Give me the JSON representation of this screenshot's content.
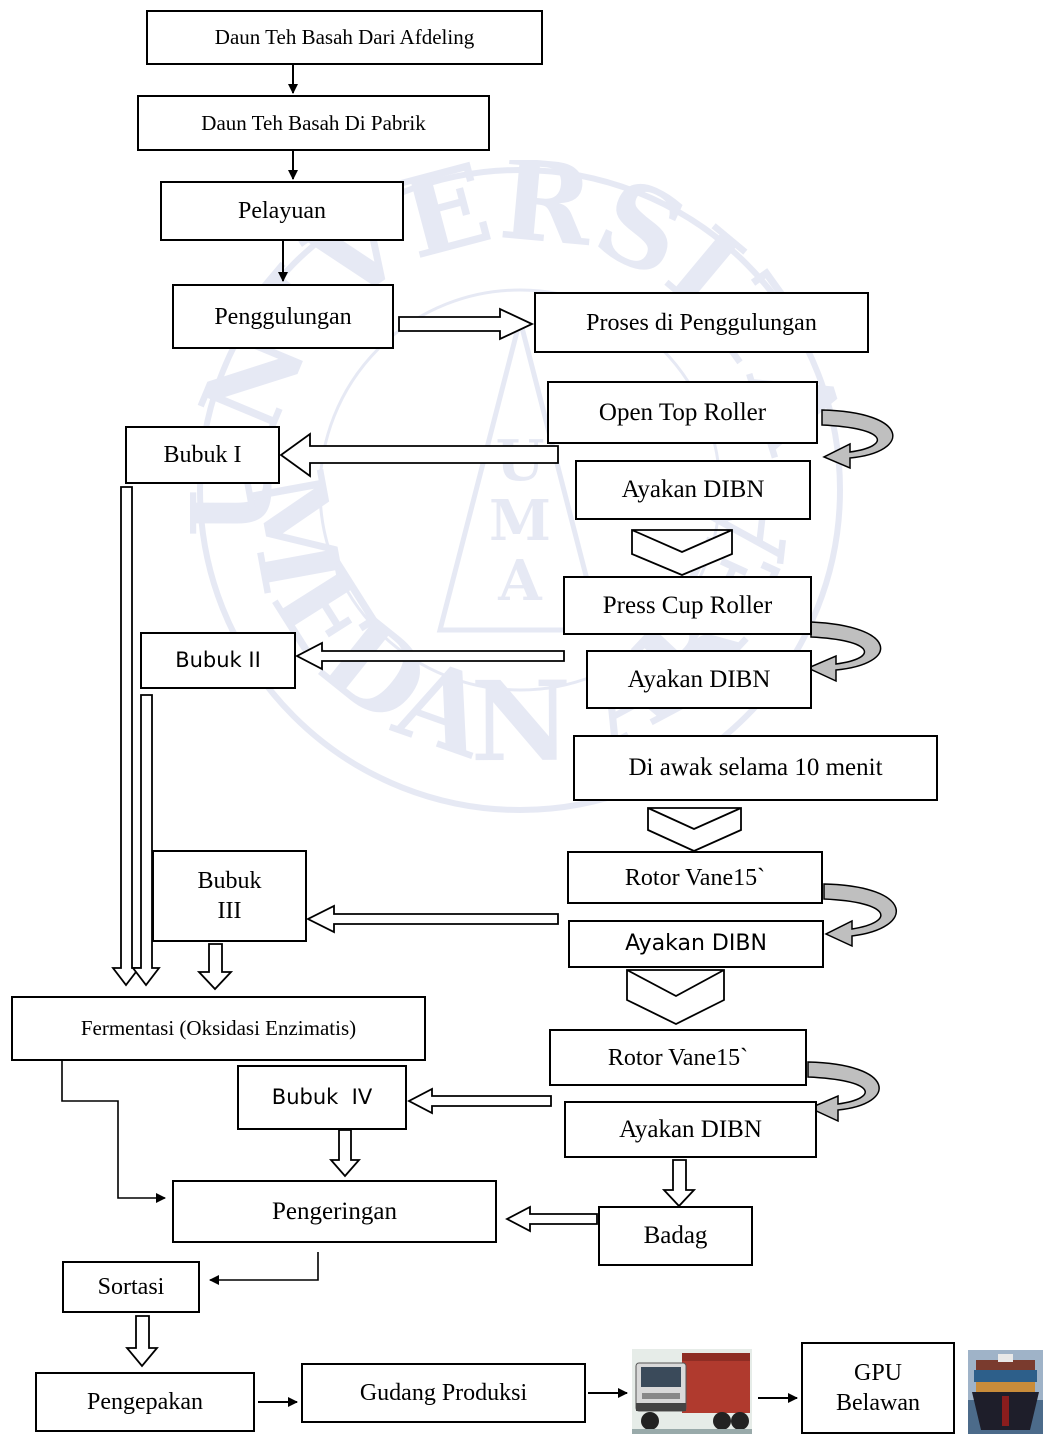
{
  "boxes": {
    "daun_afdeling": "Daun Teh Basah Dari Afdeling",
    "daun_pabrik": "Daun Teh Basah Di Pabrik",
    "pelayuan": "Pelayuan",
    "penggulungan": "Penggulungan",
    "proses_penggulungan": "Proses di Penggulungan",
    "open_top_roller": "Open Top Roller",
    "bubuk_1": "Bubuk I",
    "ayakan_1": "Ayakan DIBN",
    "press_cup_roller": "Press Cup Roller",
    "bubuk_2": "Bubuk II",
    "ayakan_2": "Ayakan DIBN",
    "di_awak": "Di awak selama 10 menit",
    "bubuk_3_line1": "Bubuk",
    "bubuk_3_line2": "III",
    "rotor_vane_1": "Rotor Vane15`",
    "ayakan_3": "Ayakan DIBN",
    "fermentasi": "Fermentasi (Oksidasi Enzimatis)",
    "rotor_vane_2": "Rotor Vane15`",
    "bubuk_4": "Bubuk  IV",
    "ayakan_4": "Ayakan DIBN",
    "pengeringan": "Pengeringan",
    "badag": "Badag",
    "sortasi": "Sortasi",
    "pengepakan": "Pengepakan",
    "gudang_produksi": "Gudang Produksi",
    "gpu_line1": "GPU",
    "gpu_line2": "Belawan"
  },
  "images": {
    "truck": "truck-image",
    "ship": "container-ship-image"
  },
  "watermark": {
    "letters": [
      "U",
      "M",
      "A"
    ],
    "top_text": "UNIVERSITAS",
    "bottom_text": "MEDAN AREA"
  },
  "colors": {
    "line": "#000000",
    "loop_fill": "#bfbfbf",
    "watermark": "#3b4fa8"
  }
}
